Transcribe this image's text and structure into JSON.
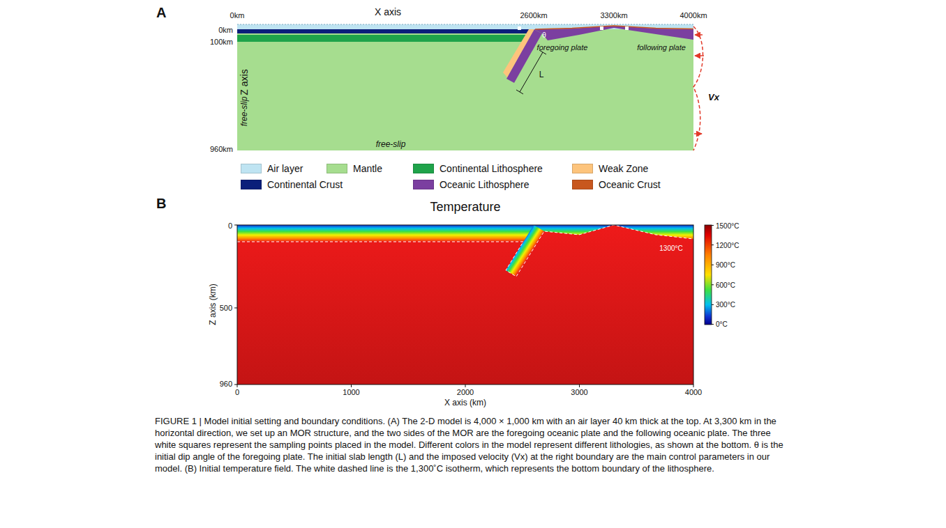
{
  "diagram": {
    "caption": "FIGURE 1 | Model initial setting and boundary conditions. (A) The 2-D model is 4,000 × 1,000 km with an air layer 40 km thick at the top. At 3,300 km in the horizontal direction, we set up an MOR structure, and the two sides of the MOR are the foregoing oceanic plate and the following oceanic plate. The three white squares represent the sampling points placed in the model. Different colors in the model represent different lithologies, as shown at the bottom. θ is the initial dip angle of the foregoing plate. The initial slab length (L) and the imposed velocity (Vx) at the right boundary are the main control parameters in our model. (B) Initial temperature field. The white dashed line is the 1,300˚C isotherm, which represents the bottom boundary of the lithosphere.",
    "labels": [
      "A",
      "X axis",
      "0km",
      "2600km",
      "3300km",
      "4000km",
      "0km",
      "100km",
      "Z axis",
      "free-slip",
      "960km",
      "free-slip",
      "θ",
      "L",
      "foregoing plate",
      "following plate",
      "Vx",
      "B",
      "Temperature",
      "0",
      "500",
      "960",
      "Z axis (km)",
      "0",
      "1000",
      "2000",
      "3000",
      "4000",
      "X axis (km)",
      "1500°C",
      "1200°C",
      "900°C",
      "600°C",
      "300°C",
      "0°C",
      "1300°C"
    ],
    "legend": [
      {
        "text": "Air layer",
        "color": "#bfe4f2"
      },
      {
        "text": "Mantle",
        "color": "#a6dd8f"
      },
      {
        "text": "Continental Lithosphere",
        "color": "#1fa34a"
      },
      {
        "text": "Weak Zone",
        "color": "#fdc47c"
      },
      {
        "text": "Continental Crust",
        "color": "#0b1f7a"
      },
      {
        "text": "Oceanic Lithosphere",
        "color": "#7b3fa0"
      },
      {
        "text": "Oceanic Crust",
        "color": "#c8571e"
      }
    ]
  }
}
